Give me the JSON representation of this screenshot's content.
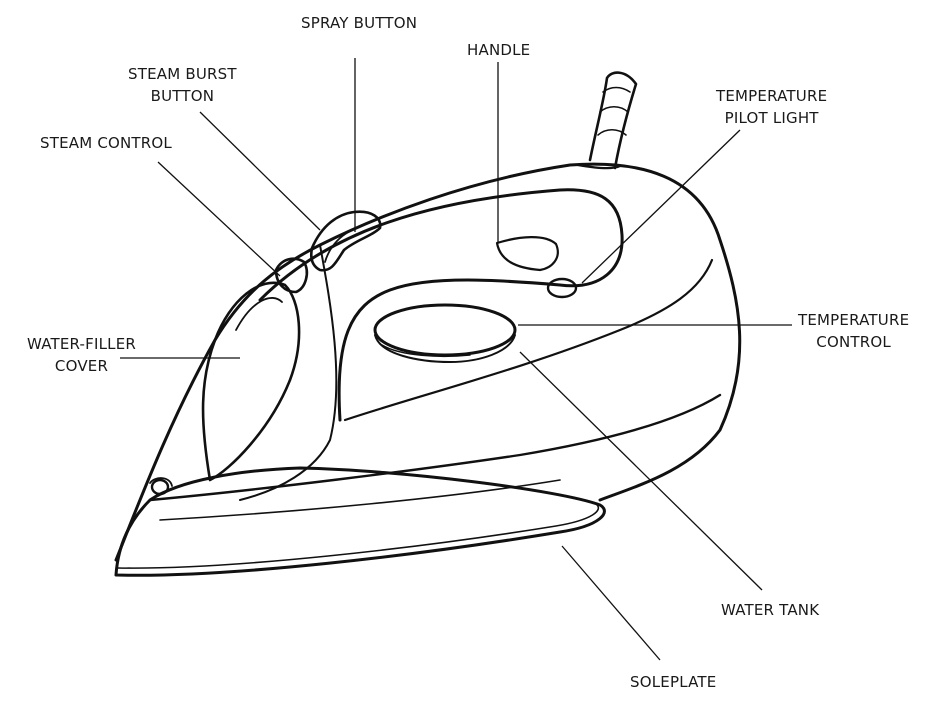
{
  "diagram": {
    "labels": {
      "spray_button": [
        "SPRAY BUTTON"
      ],
      "handle": [
        "HANDLE"
      ],
      "steam_burst_button": [
        "STEAM BURST",
        "BUTTON"
      ],
      "steam_control": [
        "STEAM CONTROL"
      ],
      "temperature_pilot_light": [
        "TEMPERATURE",
        "PILOT LIGHT"
      ],
      "water_filler_cover": [
        "WATER-FILLER",
        "COVER"
      ],
      "temperature_control": [
        "TEMPERATURE",
        "CONTROL"
      ],
      "water_tank": [
        "WATER TANK"
      ],
      "soleplate": [
        "SOLEPLATE"
      ]
    }
  }
}
